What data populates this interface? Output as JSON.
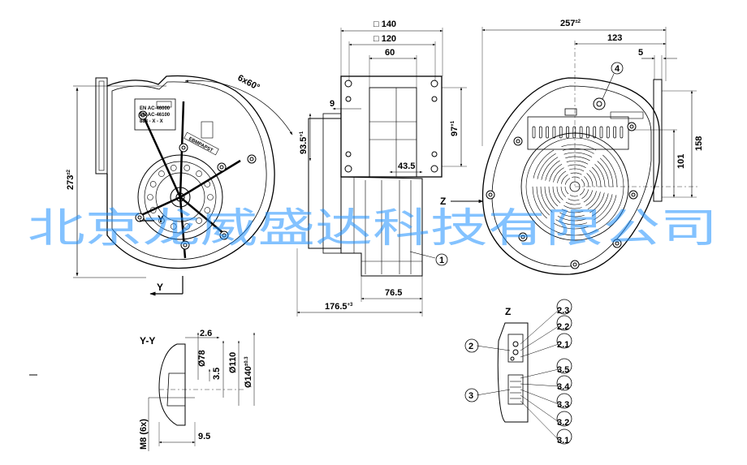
{
  "watermark": "北京龙威盛达科技有限公司",
  "colors": {
    "line": "#000000",
    "watermark": "#1e90ff"
  },
  "views": {
    "left": {
      "dim_height": "273",
      "dim_height_tol": "±2",
      "angle": "6x60°",
      "section_marker": "Y",
      "label_lines": [
        "EN AC-46000",
        "EN AC-46100",
        "888 - X - X"
      ],
      "tiny_text": "EBMPAPST"
    },
    "middle": {
      "sq140": "□ 140",
      "sq120": "□ 120",
      "d60": "60",
      "d9": "9",
      "d93_5": "93.5",
      "d93_5_tol": "+1",
      "d97": "97",
      "d97_tol": "+1",
      "d43_5": "43.5",
      "d76_5": "76.5",
      "d176_5": "176.5",
      "d176_5_tol": "+3",
      "callout1": "1"
    },
    "right": {
      "d257": "257",
      "d257_tol": "±2",
      "d123": "123",
      "d5": "5",
      "d158": "158",
      "d101": "101",
      "z_marker": "Z",
      "callout4": "4"
    },
    "section_yy": {
      "title": "Y-Y",
      "d2_6": "2.6",
      "d78": "Ø78",
      "d110": "Ø110",
      "d140": "Ø140",
      "d140_tol": "±0.3",
      "d3_5": "3.5",
      "d9_5": "9.5",
      "m8": "M8 (6x)"
    },
    "detail_z": {
      "title": "Z",
      "callouts_left": [
        "2",
        "3"
      ],
      "callouts_right": [
        "2.3",
        "2.2",
        "2.1",
        "3.5",
        "3.4",
        "3.3",
        "3.2",
        "3.1"
      ]
    }
  }
}
